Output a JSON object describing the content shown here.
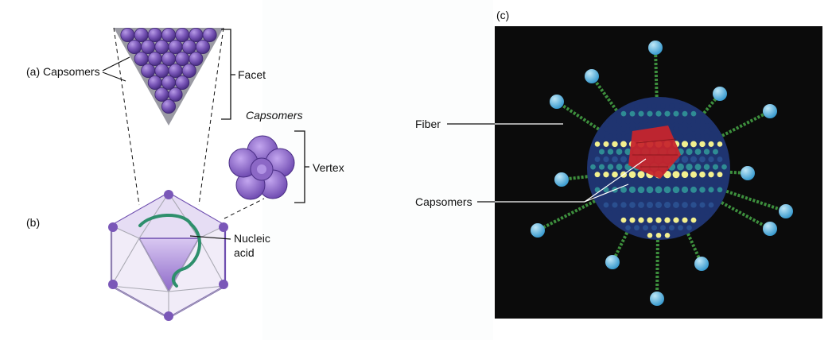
{
  "labels": {
    "panel_a": "(a) Capsomers",
    "facet": "Facet",
    "capsomers_italic": "Capsomers",
    "vertex": "Vertex",
    "panel_b": "(b)",
    "nucleic_acid_line1": "Nucleic",
    "nucleic_acid_line2": "acid",
    "panel_c": "(c)",
    "fiber": "Fiber",
    "capsomers_c": "Capsomers"
  },
  "colors": {
    "capsomer_purple": "#7a57b8",
    "icosahedron_edge": "#6f4fb0",
    "nucleic_acid_green": "#2e8f6c",
    "photo_background": "#0b0b0b",
    "fiber_green": "#3d8f3d",
    "fiber_knob_blue": "#5db8e0",
    "capsid_navy": "#1f3470",
    "capsid_teal": "#2f8c94",
    "capsid_yellow": "#f3f08f",
    "capsid_red": "#c6252c"
  }
}
